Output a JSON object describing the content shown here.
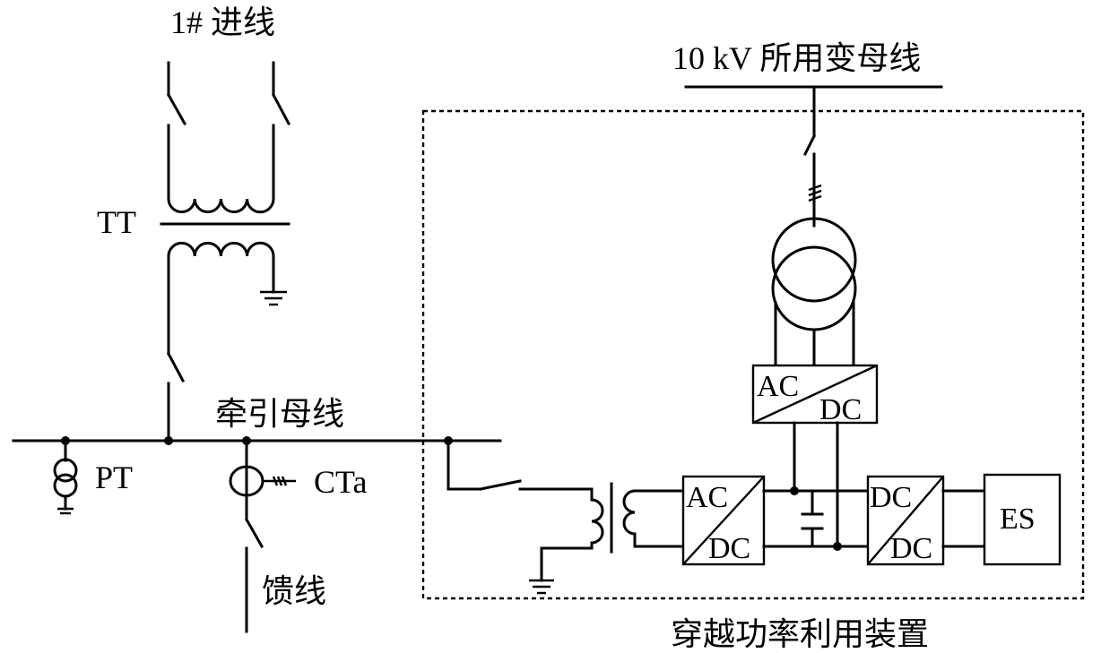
{
  "diagram": {
    "labels": {
      "incoming_line": "1# 进线",
      "tt": "TT",
      "traction_bus": "牵引母线",
      "pt": "PT",
      "cta": "CTa",
      "feeder": "馈线",
      "aux_bus": "10 kV 所用变母线",
      "device": "穿越功率利用装置",
      "es": "ES"
    },
    "converters": {
      "upper": {
        "top": "AC",
        "bottom": "DC"
      },
      "left": {
        "top": "AC",
        "bottom": "DC"
      },
      "right": {
        "top": "DC",
        "bottom": "DC"
      }
    }
  }
}
